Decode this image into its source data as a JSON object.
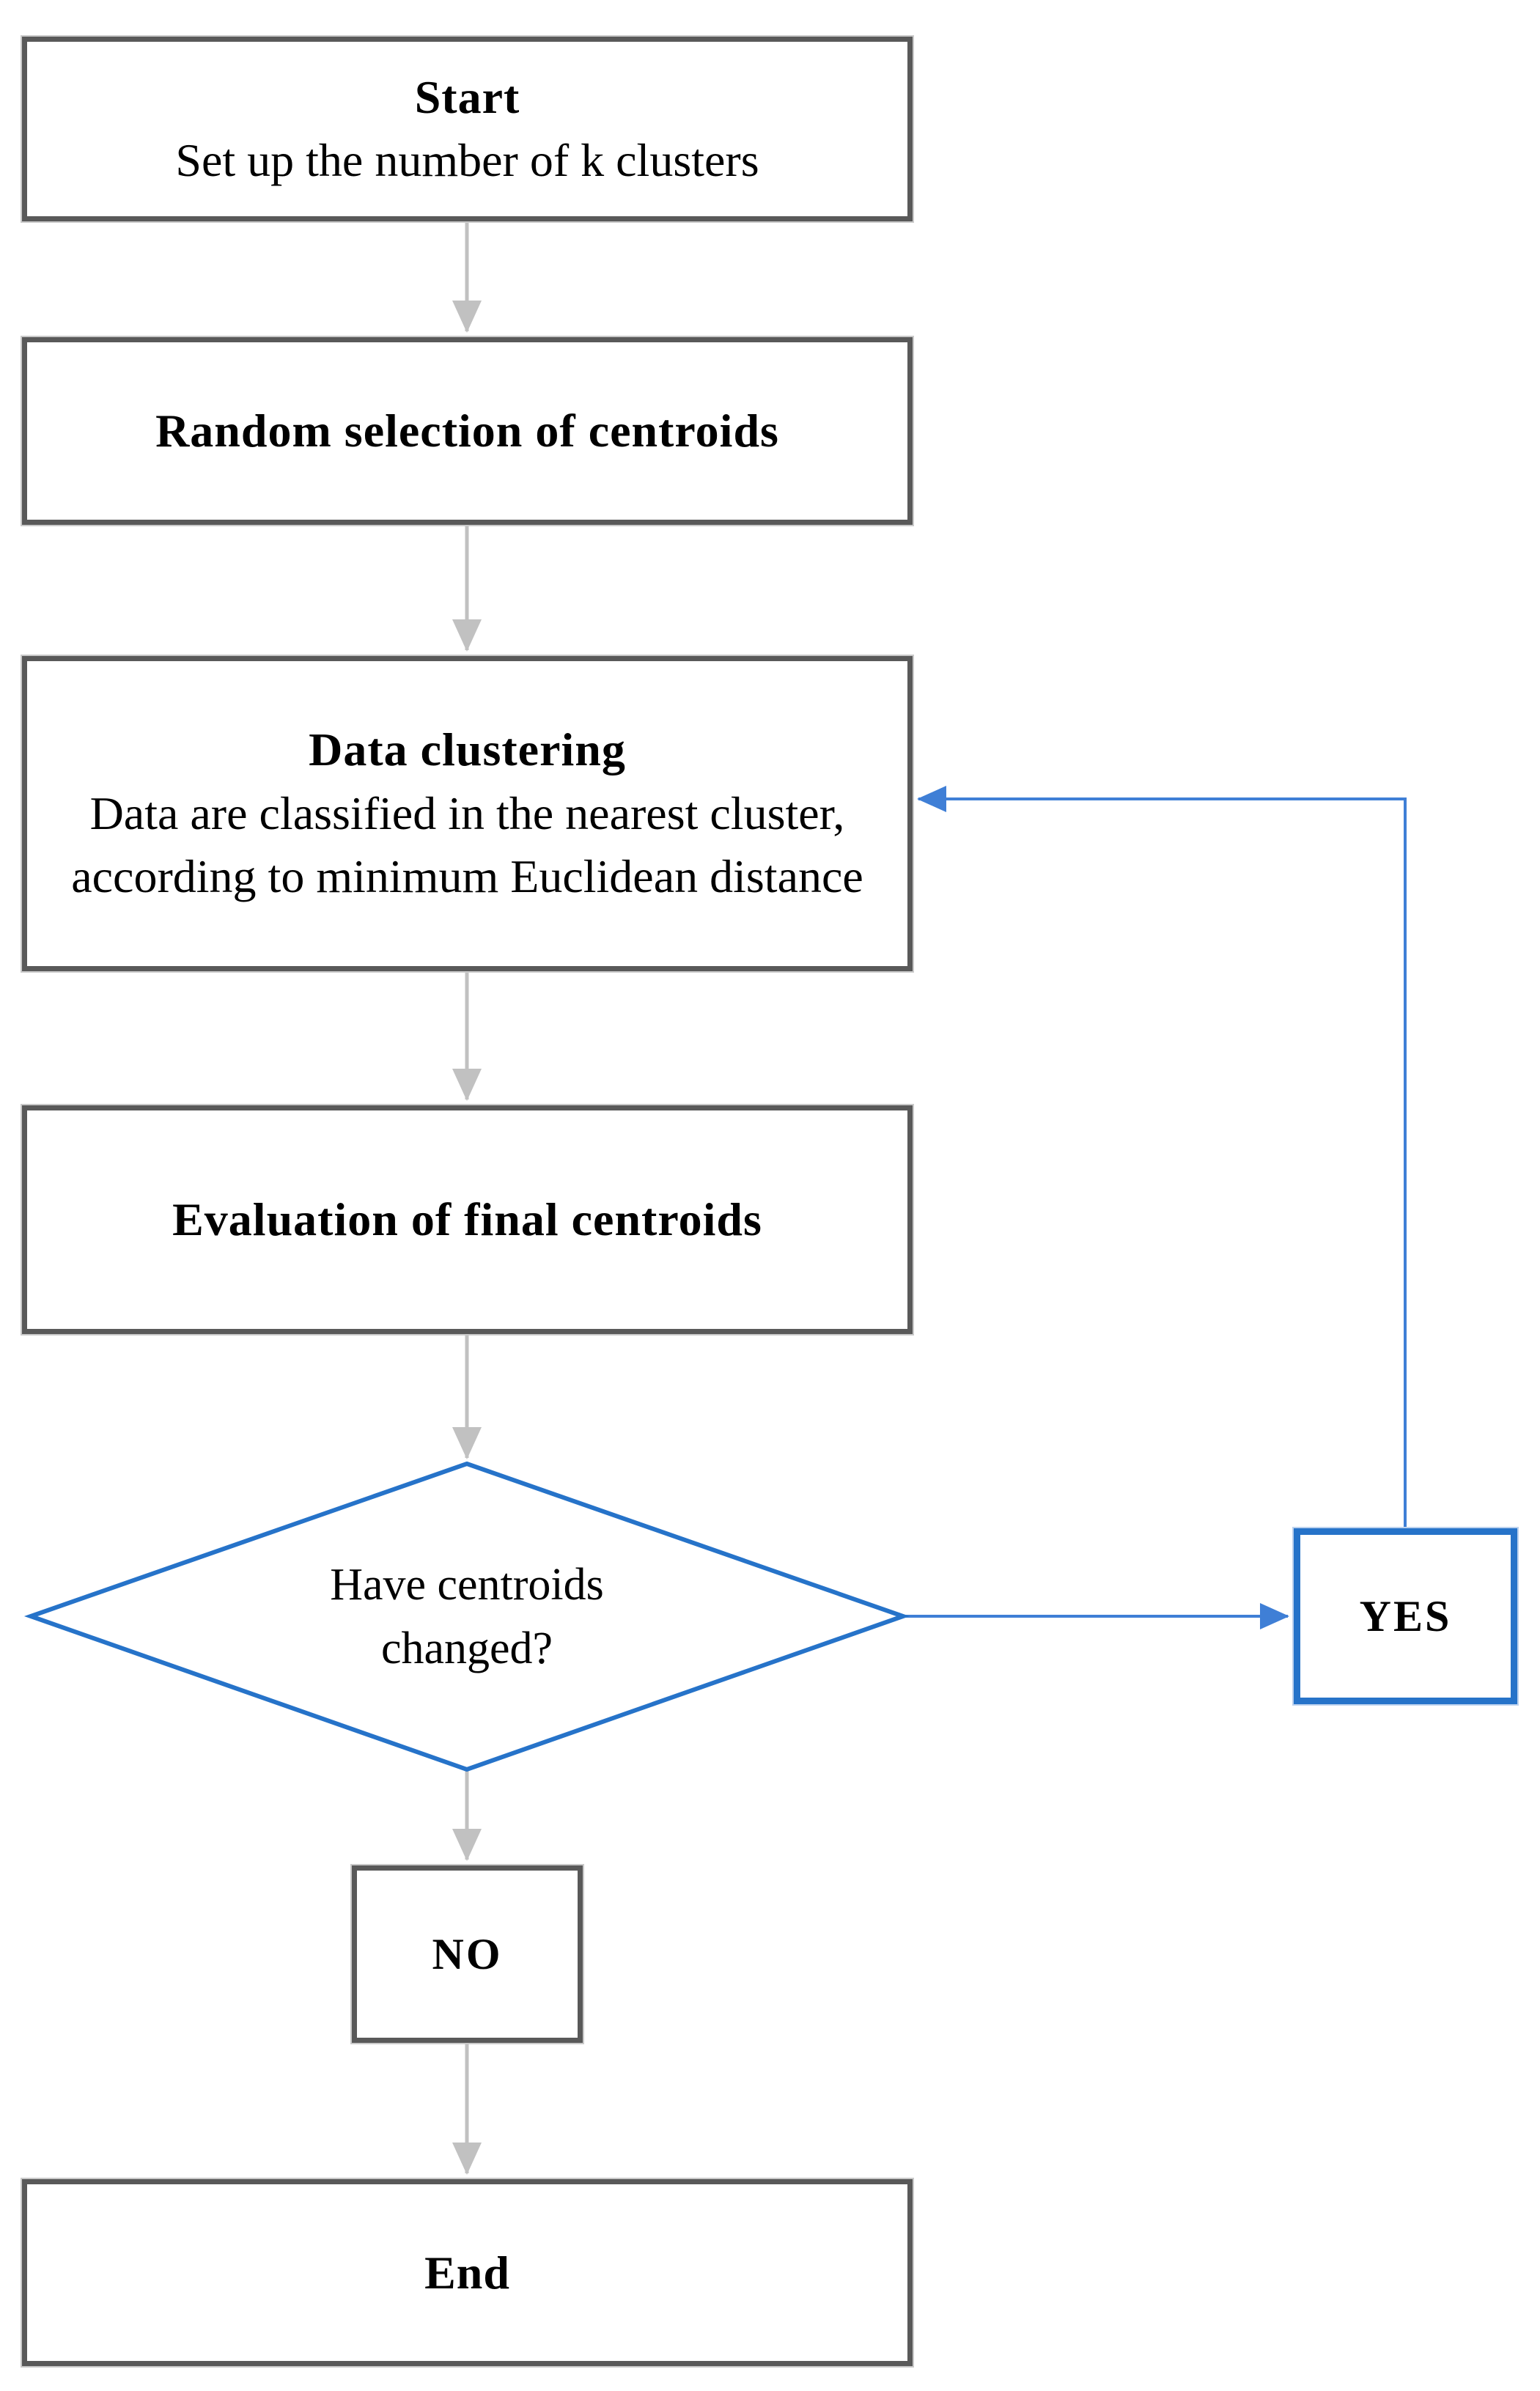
{
  "theme": {
    "box_border": "#595959",
    "box_outer_edge": "#c9c9c9",
    "blue_border": "#2673c9",
    "blue_connector": "#3f7fd6",
    "blue_outer_edge": "#bdd2ee",
    "arrow_gray": "#c1c1c1",
    "text_color": "#000000",
    "page_bg": "#ffffff"
  },
  "nodes": {
    "start": {
      "title": "Start",
      "subtitle": "Set up the number of k clusters"
    },
    "random_selection": {
      "label": "Random selection of centroids"
    },
    "data_clustering": {
      "title": "Data clustering",
      "body": "Data are classified in the nearest cluster, according to minimum Euclidean distance"
    },
    "evaluation": {
      "label": "Evaluation of final centroids"
    },
    "decision": {
      "label": "Have centroids changed?"
    },
    "yes": {
      "label": "YES"
    },
    "no": {
      "label": "NO"
    },
    "end": {
      "label": "End"
    }
  }
}
